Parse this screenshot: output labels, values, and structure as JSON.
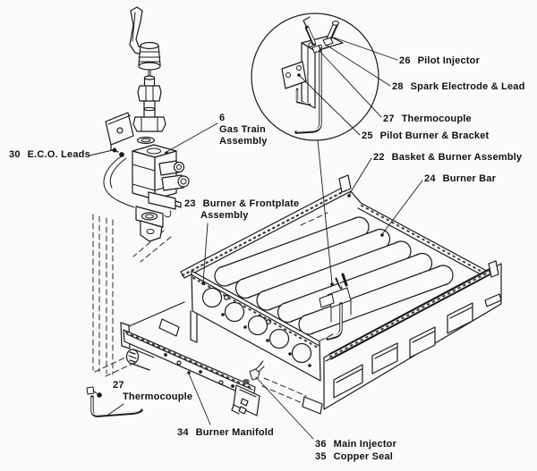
{
  "figure": {
    "kind": "exploded-parts-diagram",
    "colors": {
      "line": "#1a1a1a",
      "background": "#fafaf8"
    },
    "callouts": {
      "eco_leads": {
        "number": "30",
        "label": "E.C.O. Leads"
      },
      "gas_train": {
        "number": "6",
        "label_line1": "Gas Train",
        "label_line2": "Assembly"
      },
      "pilot_injector": {
        "number": "26",
        "label": "Pilot Injector"
      },
      "spark_electrode": {
        "number": "28",
        "label": "Spark Electrode & Lead"
      },
      "thermocouple_top": {
        "number": "27",
        "label": "Thermocouple"
      },
      "pilot_burner": {
        "number": "25",
        "label": "Pilot Burner & Bracket"
      },
      "basket_burner": {
        "number": "22",
        "label": "Basket & Burner Assembly"
      },
      "burner_bar": {
        "number": "24",
        "label": "Burner Bar"
      },
      "burner_frontplate": {
        "number": "23",
        "label_line1": "Burner & Frontplate",
        "label_line2": "Assembly"
      },
      "thermocouple_bottom": {
        "number": "27",
        "label": "Thermocouple"
      },
      "burner_manifold": {
        "number": "34",
        "label": "Burner Manifold"
      },
      "main_injector": {
        "number": "36",
        "label": "Main Injector"
      },
      "copper_seal": {
        "number": "35",
        "label": "Copper Seal"
      }
    }
  }
}
